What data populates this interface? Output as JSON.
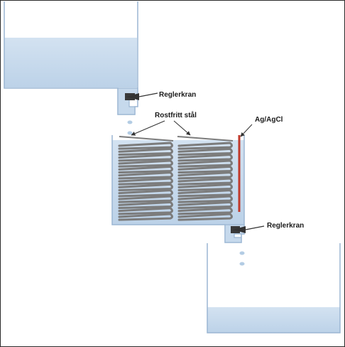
{
  "labels": {
    "valve_top": "Reglerkran",
    "electrodes": "Rostfritt stål",
    "reference": "Ag/AgCl",
    "valve_bottom": "Reglerkran"
  },
  "colors": {
    "water": "#c6d9ec",
    "water_dark": "#b3cce4",
    "wall": "#9bb6d3",
    "coil": "#7c7c7c",
    "reference_electrode": "#c0392b",
    "arrow": "#333333",
    "frame": "#2b2b2b"
  }
}
